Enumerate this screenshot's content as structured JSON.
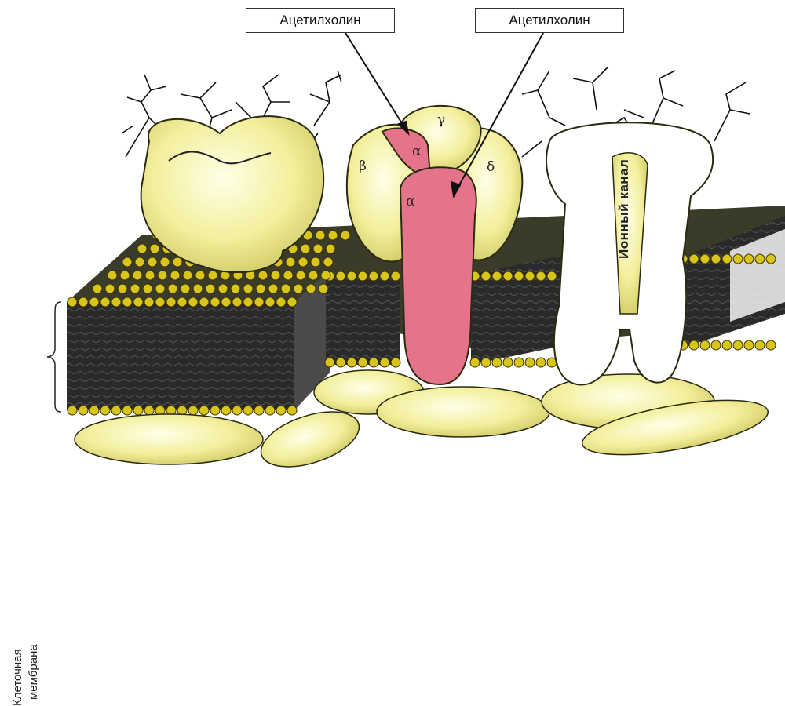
{
  "callouts": [
    {
      "text": "Ацетилхолин"
    },
    {
      "text": "Ацетилхолин"
    }
  ],
  "membrane_label": {
    "line1": "Клеточная",
    "line2": "мембрана"
  },
  "subunit_labels": {
    "alpha_top": "α",
    "gamma": "γ",
    "beta": "β",
    "delta": "δ",
    "alpha_main": "α"
  },
  "channel_label": "Ионный канал",
  "colors": {
    "protein": "#f1ee9a",
    "protein_stroke": "#2a2a10",
    "alpha_subunit": "#e5738a",
    "bilayer_core": "#2b2b2b",
    "lipid_head": "#d8c51c"
  }
}
